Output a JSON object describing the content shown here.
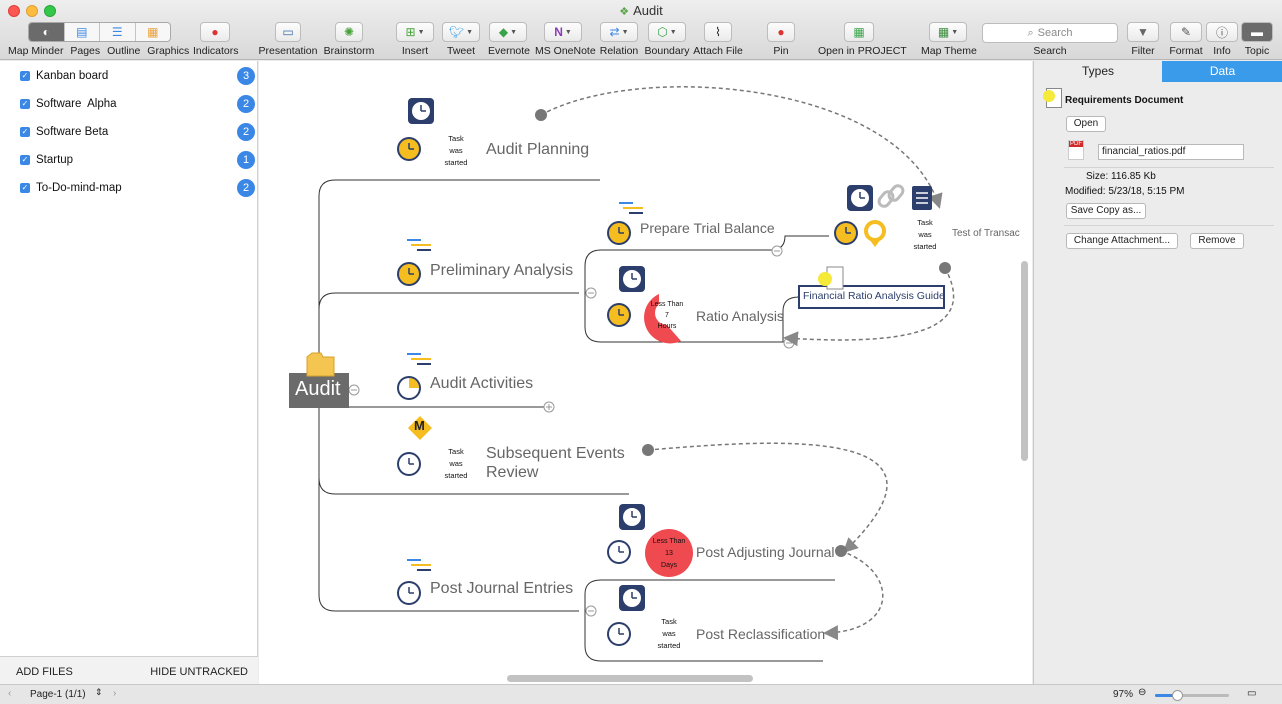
{
  "window": {
    "title": "Audit"
  },
  "toolbar": {
    "segment_labels": [
      "Map Minder",
      "Pages",
      "Outline",
      "Graphics"
    ],
    "buttons": [
      {
        "label": "Indicators",
        "icon": "indicators-icon"
      },
      {
        "label": "Presentation",
        "icon": "presentation-icon"
      },
      {
        "label": "Brainstorm",
        "icon": "brainstorm-icon"
      },
      {
        "label": "Insert",
        "icon": "insert-icon"
      },
      {
        "label": "Tweet",
        "icon": "twitter-icon"
      },
      {
        "label": "Evernote",
        "icon": "evernote-icon"
      },
      {
        "label": "MS OneNote",
        "icon": "onenote-icon"
      },
      {
        "label": "Relation",
        "icon": "relation-icon"
      },
      {
        "label": "Boundary",
        "icon": "boundary-icon"
      },
      {
        "label": "Attach File",
        "icon": "paperclip-icon"
      },
      {
        "label": "Pin",
        "icon": "pin-icon"
      },
      {
        "label": "Open in PROJECT",
        "icon": "project-icon"
      },
      {
        "label": "Map Theme",
        "icon": "theme-icon"
      },
      {
        "label": "Filter",
        "icon": "filter-icon"
      },
      {
        "label": "Format",
        "icon": "format-icon"
      },
      {
        "label": "Info",
        "icon": "info-icon"
      },
      {
        "label": "Topic",
        "icon": "topic-icon"
      }
    ],
    "search": {
      "placeholder": "Search",
      "label": "Search"
    }
  },
  "sidebar": {
    "items": [
      {
        "label": "Kanban board",
        "count": "3"
      },
      {
        "label": "Software  Alpha",
        "count": "2"
      },
      {
        "label": "Software Beta",
        "count": "2"
      },
      {
        "label": "Startup",
        "count": "1"
      },
      {
        "label": "To-Do-mind-map",
        "count": "2"
      }
    ],
    "add_files": "ADD FILES",
    "hide_untracked": "HIDE UNTRACKED"
  },
  "map": {
    "root": "Audit",
    "milestone_letter": "M",
    "topics": {
      "audit_planning": "Audit Planning",
      "preliminary_analysis": "Preliminary Analysis",
      "prepare_trial_balance": "Prepare Trial Balance",
      "ratio_analysis": "Ratio Analysis",
      "audit_activities": "Audit Activities",
      "subsequent_events_1": "Subsequent Events",
      "subsequent_events_2": "Review",
      "post_journal_entries": "Post Journal Entries",
      "post_adjusting_journal": "Post Adjusting Journal",
      "post_reclassification": "Post Reclassification",
      "test_of_transactions": "Test of Transac",
      "financial_ratio_guide": "Financial Ratio Analysis Guide"
    },
    "task_note": [
      "Task",
      "was",
      "started"
    ],
    "deadline_1": [
      "Less Than",
      "7",
      "Hours"
    ],
    "deadline_2": [
      "Less Than",
      "13",
      "Days"
    ]
  },
  "panel": {
    "tabs": [
      "Types",
      "Data"
    ],
    "active_tab": "Data",
    "doc_title": "Requirements Document",
    "open_label": "Open",
    "file_type_label": "PDF",
    "file_name": "financial_ratios.pdf",
    "size_text": "Size: 116.85 Kb",
    "modified_text": "Modified: 5/23/18, 5:15 PM",
    "save_copy": "Save Copy as...",
    "change_attachment": "Change Attachment...",
    "remove": "Remove"
  },
  "status": {
    "page": "Page-1 (1/1)",
    "zoom": "97%",
    "zoom_level": 0.3
  },
  "colors": {
    "accent": "#3a87e6",
    "task_yellow": "#f5bd1f",
    "clock_navy": "#2c3e6b",
    "deadline_red": "#ef4a4f"
  }
}
